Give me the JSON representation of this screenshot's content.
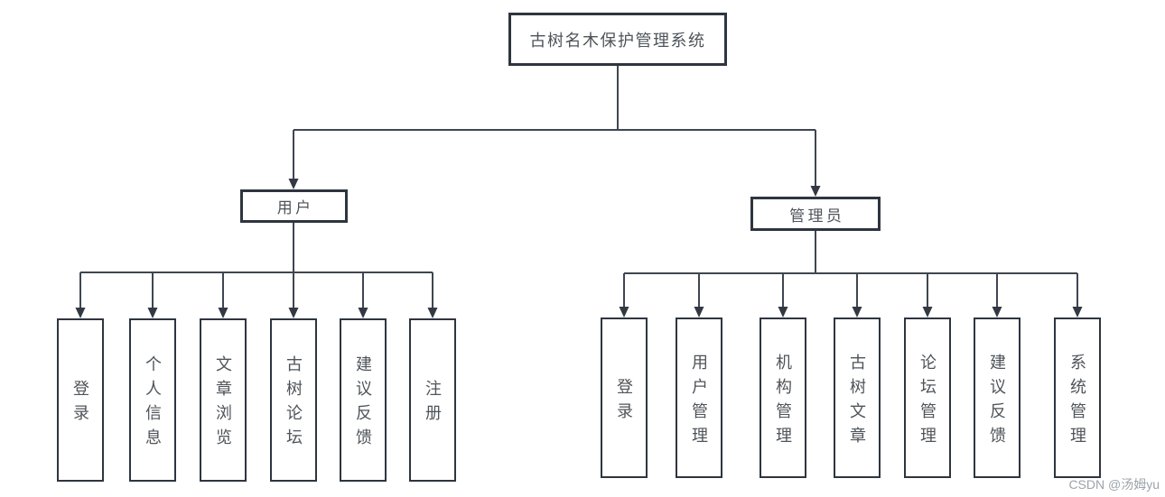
{
  "diagram": {
    "root": {
      "label": "古树名木保护管理系统"
    },
    "branches": [
      {
        "label": "用户",
        "children": [
          {
            "label": "登录"
          },
          {
            "label": "个人信息"
          },
          {
            "label": "文章浏览"
          },
          {
            "label": "古树论坛"
          },
          {
            "label": "建议反馈"
          },
          {
            "label": "注册"
          }
        ]
      },
      {
        "label": "管理员",
        "children": [
          {
            "label": "登录"
          },
          {
            "label": "用户管理"
          },
          {
            "label": "机构管理"
          },
          {
            "label": "古树文章"
          },
          {
            "label": "论坛管理"
          },
          {
            "label": "建议反馈"
          },
          {
            "label": "系统管理"
          }
        ]
      }
    ]
  },
  "watermark": {
    "text": "CSDN @汤姆yu"
  },
  "colors": {
    "background": "#ffffff",
    "box_border": "#2e353f",
    "connector_line": "#3f4650",
    "arrow_fill": "#333942",
    "node_text": "#4f545a",
    "watermark_text": "#9ca3ab"
  }
}
